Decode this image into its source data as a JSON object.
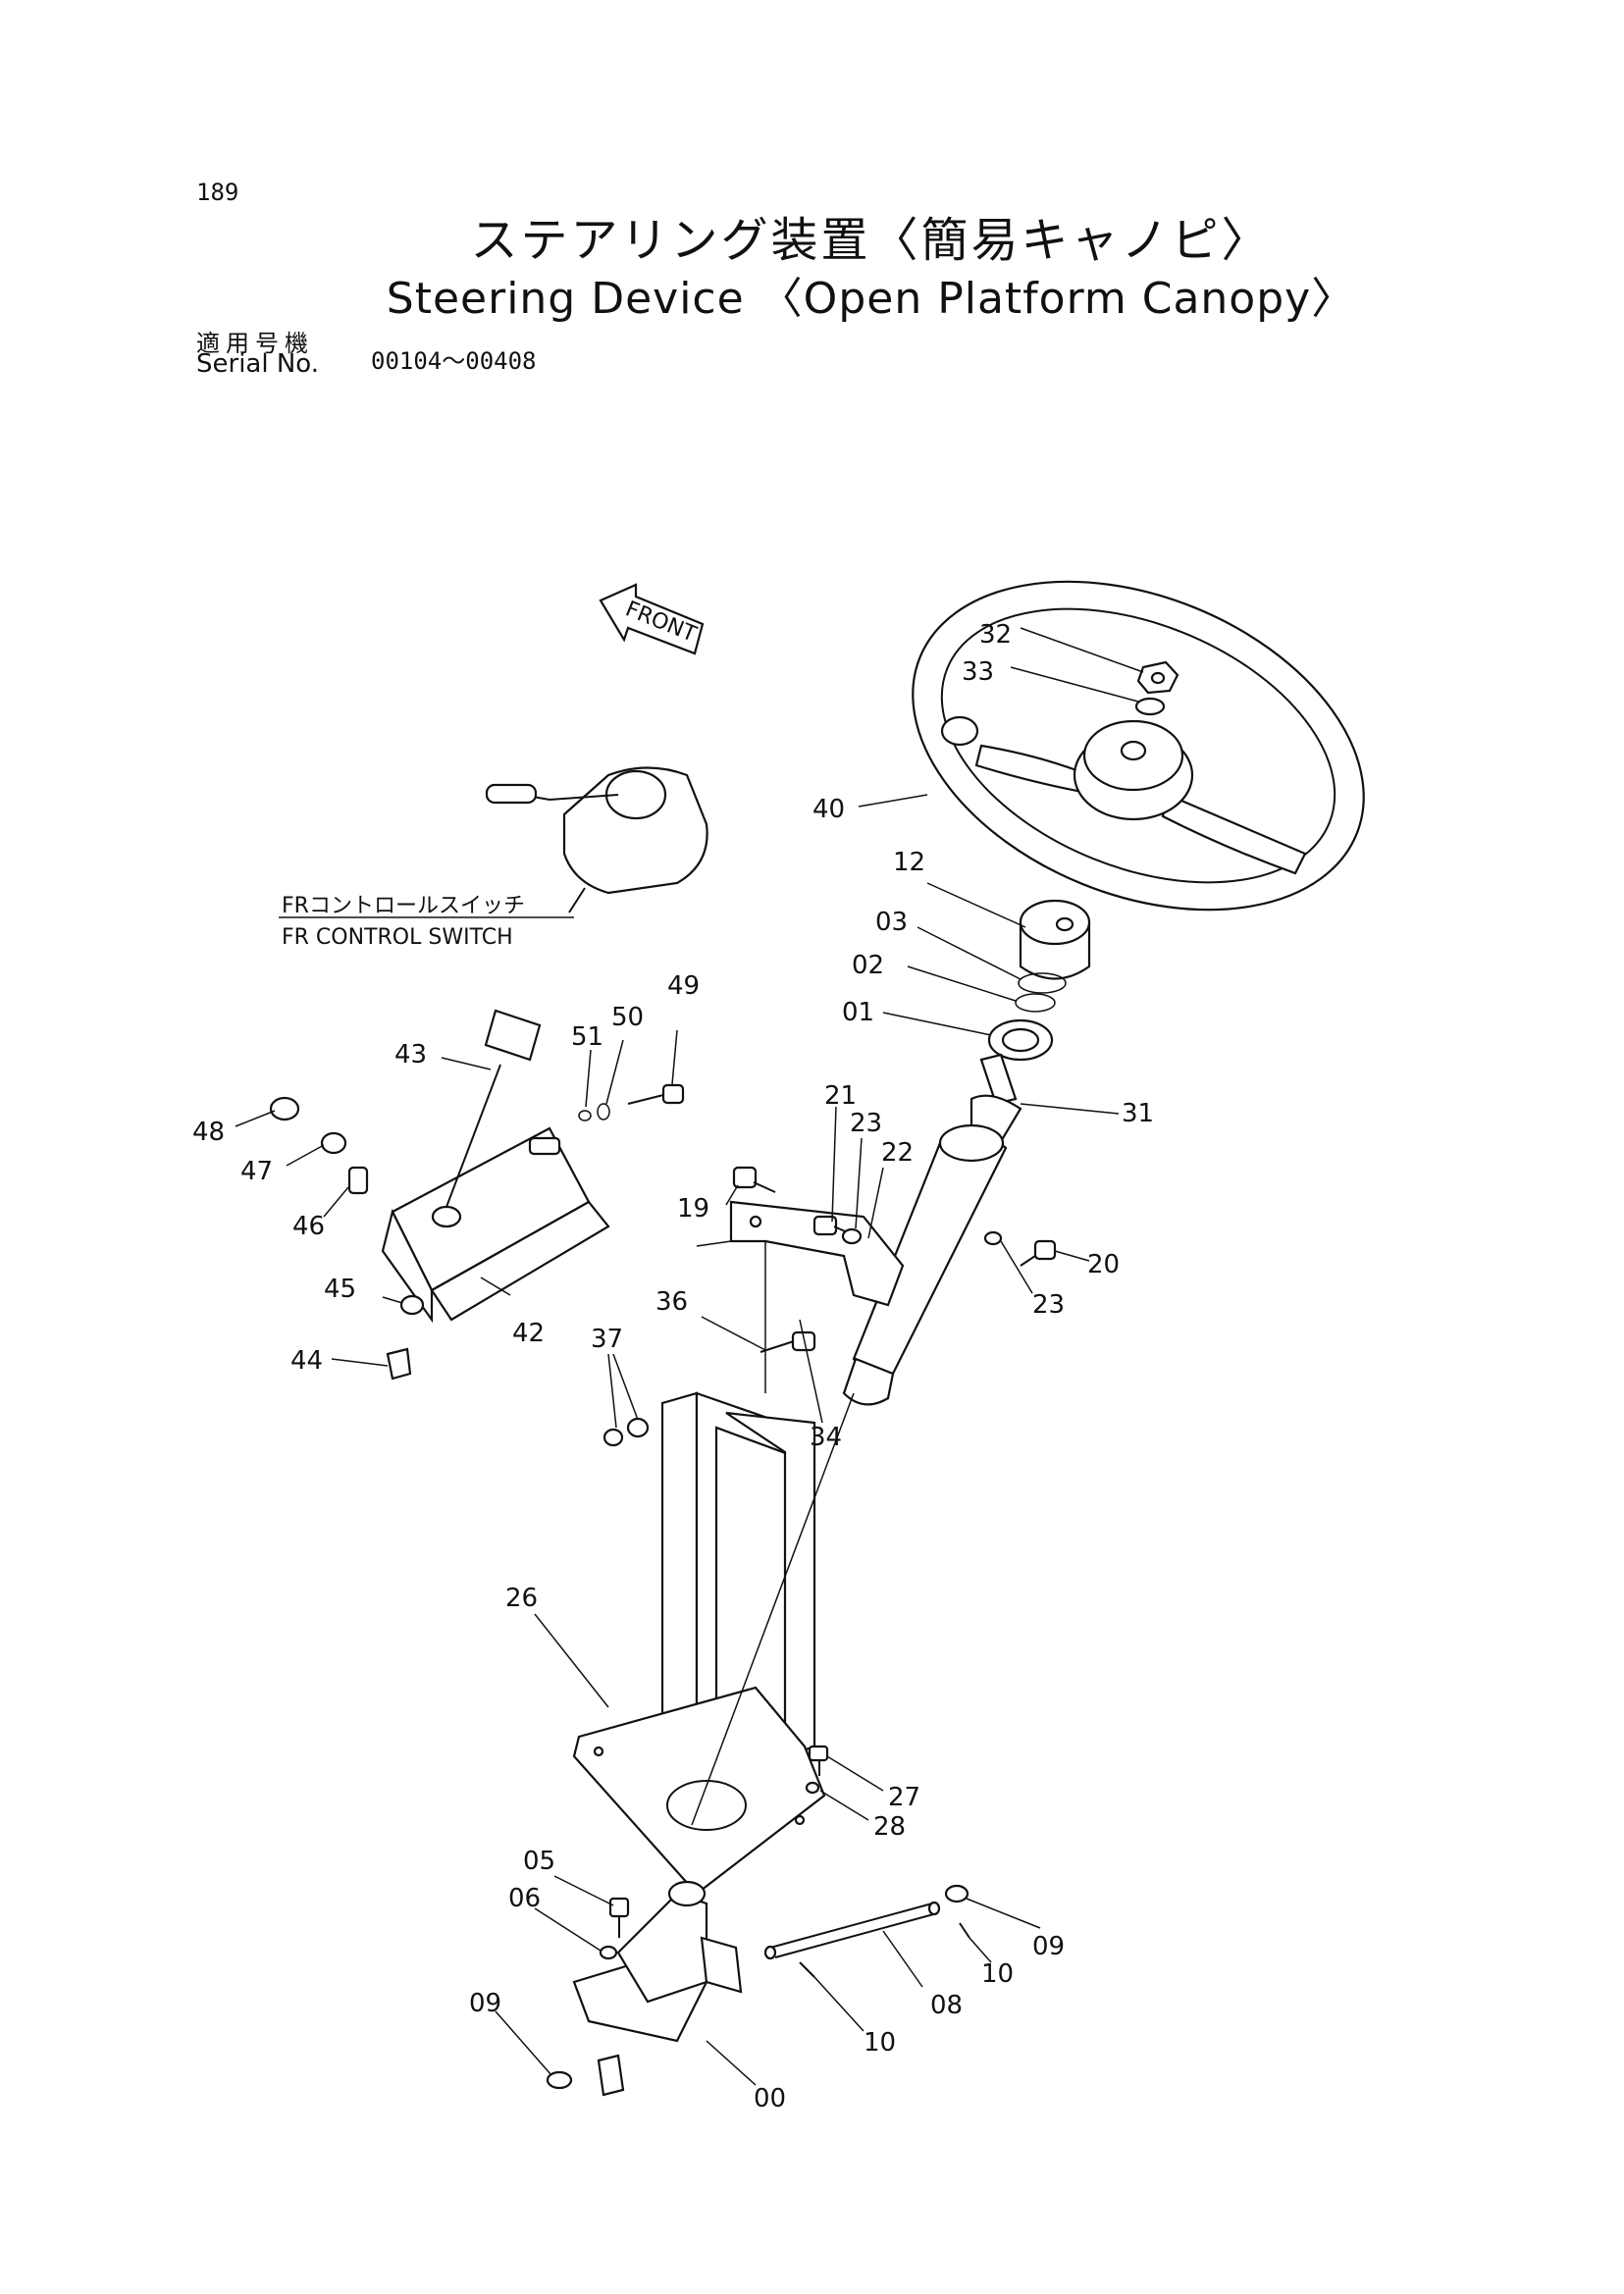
{
  "page_number": "189",
  "title_jp": "ステアリング装置〈簡易キャノピ〉",
  "title_en": "Steering Device 〈Open Platform Canopy〉",
  "serial": {
    "label_jp": "適用号機",
    "label_en": "Serial No.",
    "value": "00104～00408"
  },
  "front_arrow_label": "FRONT",
  "fr_switch": {
    "label_jp": "FRコントロールスイッチ",
    "label_en": "FR CONTROL SWITCH"
  },
  "callouts": {
    "c32": "32",
    "c33": "33",
    "c40": "40",
    "c12": "12",
    "c03": "03",
    "c02": "02",
    "c01": "01",
    "c31": "31",
    "c49": "49",
    "c50": "50",
    "c51": "51",
    "c43": "43",
    "c48": "48",
    "c47": "47",
    "c46": "46",
    "c45": "45",
    "c42": "42",
    "c44": "44",
    "c21": "21",
    "c23a": "23",
    "c22": "22",
    "c19": "19",
    "c20": "20",
    "c23b": "23",
    "c36": "36",
    "c37": "37",
    "c34": "34",
    "c26": "26",
    "c27": "27",
    "c28": "28",
    "c05": "05",
    "c06": "06",
    "c09a": "09",
    "c09b": "09",
    "c10a": "10",
    "c10b": "10",
    "c08": "08",
    "c00": "00"
  }
}
